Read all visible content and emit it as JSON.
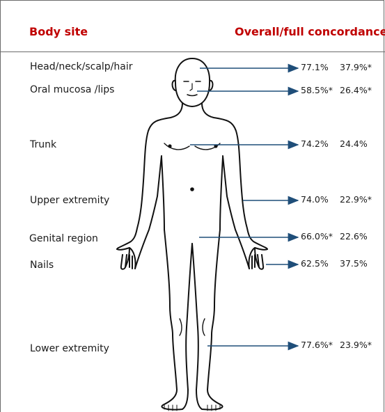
{
  "header": {
    "body_site": "Body site",
    "concordance": "Overall/full concordance"
  },
  "rows": [
    {
      "site": "Head/neck/scalp/hair",
      "overall": "77.1%",
      "full": "37.9%*"
    },
    {
      "site": "Oral mucosa /lips",
      "overall": "58.5%*",
      "full": "26.4%*"
    },
    {
      "site": "Trunk",
      "overall": "74.2%",
      "full": "24.4%"
    },
    {
      "site": "Upper extremity",
      "overall": "74.0%",
      "full": "22.9%*"
    },
    {
      "site": "Genital region",
      "overall": "66.0%*",
      "full": "22.6%"
    },
    {
      "site": "Nails",
      "overall": "62.5%",
      "full": "37.5%"
    },
    {
      "site": "Lower extremity",
      "overall": "77.6%*",
      "full": "23.9%*"
    }
  ],
  "colors": {
    "header_text": "#c00000",
    "arrow": "#1f4e79",
    "rule": "#6b6b6b",
    "outline": "#111111"
  }
}
